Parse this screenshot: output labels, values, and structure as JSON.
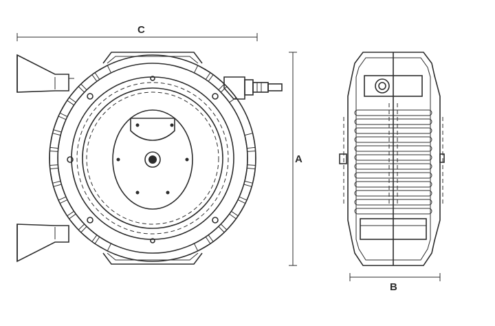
{
  "dimensions": {
    "width_label": "C",
    "height_label": "A",
    "depth_label": "B"
  }
}
